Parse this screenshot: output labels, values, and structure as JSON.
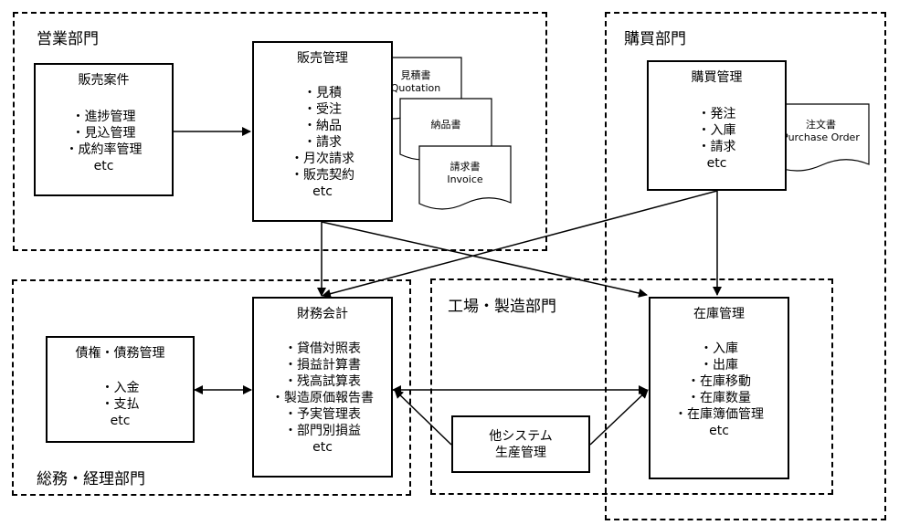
{
  "departments": {
    "sales": "営業部門",
    "purchasing": "購買部門",
    "general": "総務・経理部門",
    "factory": "工場・製造部門"
  },
  "boxes": {
    "sales_cases": {
      "title": "販売案件",
      "items": [
        "・進捗管理",
        "・見込管理",
        "・成約率管理"
      ],
      "etc": "etc"
    },
    "sales_mgmt": {
      "title": "販売管理",
      "items": [
        "・見積",
        "・受注",
        "・納品",
        "・請求",
        "・月次請求",
        "・販売契約"
      ],
      "etc": "etc"
    },
    "purchasing_mgmt": {
      "title": "購買管理",
      "items": [
        "・発注",
        "・入庫",
        "・請求"
      ],
      "etc": "etc"
    },
    "receivables": {
      "title": "債権・債務管理",
      "items": [
        "・入金",
        "・支払"
      ],
      "etc": "etc"
    },
    "finance": {
      "title": "財務会計",
      "items": [
        "・貸借対照表",
        "・損益計算書",
        "・残高試算表",
        "・製造原価報告書",
        "・予実管理表",
        "・部門別損益"
      ],
      "etc": "etc"
    },
    "inventory": {
      "title": "在庫管理",
      "items": [
        "・入庫",
        "・出庫",
        "・在庫移動",
        "・在庫数量",
        "・在庫簿価管理"
      ],
      "etc": "etc"
    },
    "other_system": {
      "line1": "他システム",
      "line2": "生産管理"
    }
  },
  "documents": {
    "quotation": {
      "jp": "見積書",
      "en": "Quotation"
    },
    "delivery": {
      "jp": "納品書"
    },
    "invoice": {
      "jp": "請求書",
      "en": "Invoice"
    },
    "purchase_order": {
      "jp": "注文書",
      "en": "Purchase Order"
    }
  }
}
